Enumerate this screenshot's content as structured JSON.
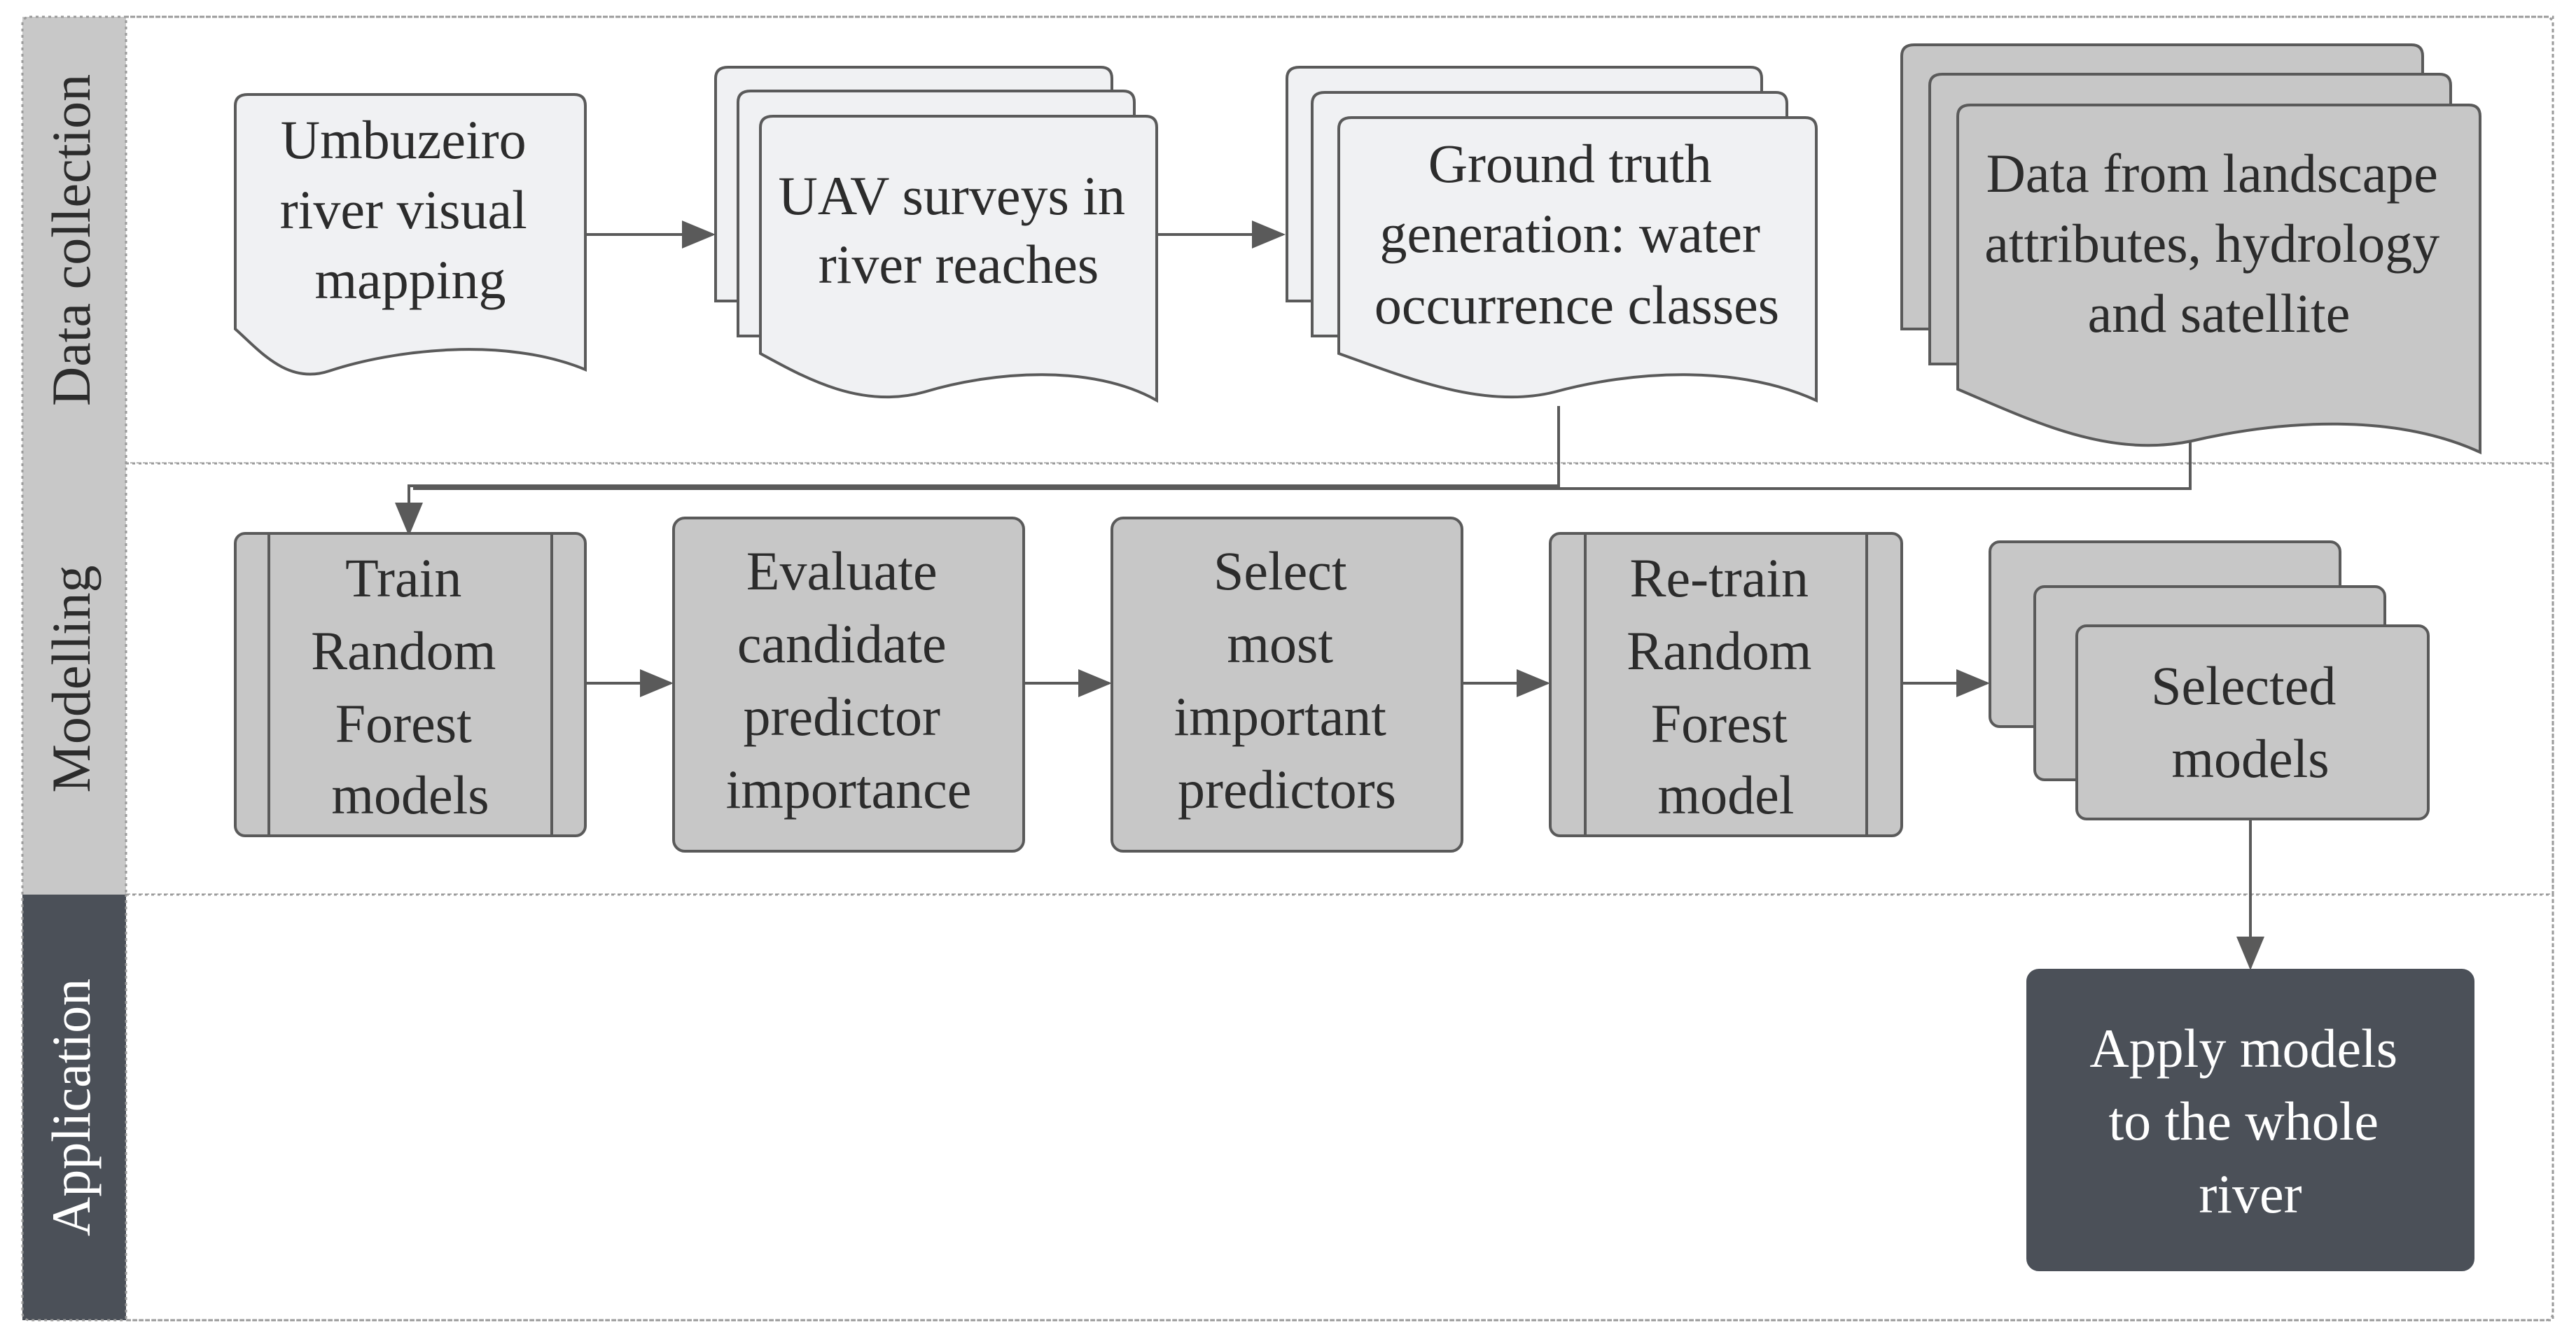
{
  "colors": {
    "doc_light": "#f0f1f3",
    "process": "#c7c7c7",
    "dark": "#4b5058",
    "stroke": "#5a5a5a",
    "lane_light": "#c8c8c8",
    "lane_dark": "#4b5058"
  },
  "lanes": {
    "data_collection": "Data collection",
    "modelling": "Modelling",
    "application": "Application"
  },
  "nodes": {
    "umbuzeiro": [
      "Umbuzeiro",
      "river visual",
      "mapping"
    ],
    "uav": [
      "UAV surveys in",
      "river reaches"
    ],
    "ground_truth": [
      "Ground truth",
      "generation: water",
      "occurrence classes"
    ],
    "landscape": [
      "Data from landscape",
      "attributes, hydrology",
      "and satellite"
    ],
    "train": [
      "Train",
      "Random",
      "Forest",
      "models"
    ],
    "evaluate": [
      "Evaluate",
      "candidate",
      "predictor",
      "importance"
    ],
    "select": [
      "Select",
      "most",
      "important",
      "predictors"
    ],
    "retrain": [
      "Re-train",
      "Random",
      "Forest",
      "model"
    ],
    "selected": [
      "Selected",
      "models"
    ],
    "apply": [
      "Apply models",
      "to the whole",
      "river"
    ]
  }
}
